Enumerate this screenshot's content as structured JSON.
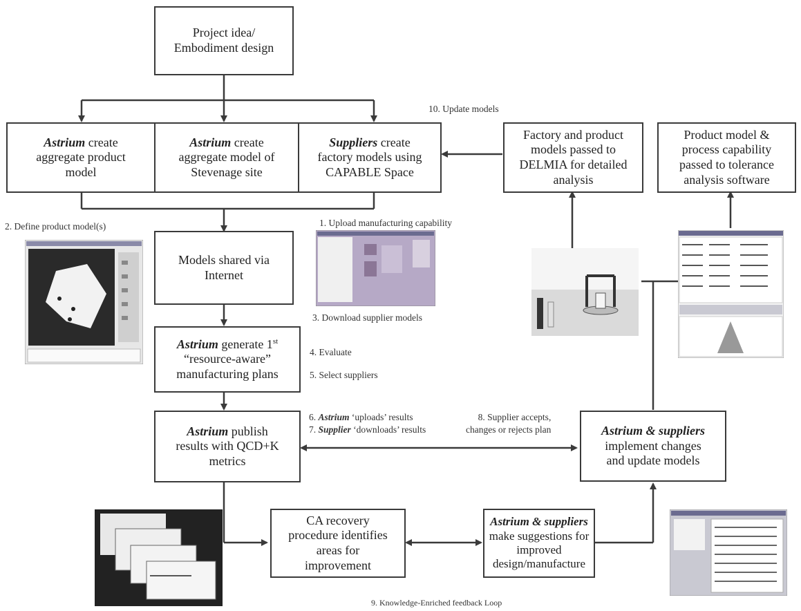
{
  "boxes": {
    "project": "Project idea/\nEmbodiment design",
    "astrium_product": {
      "em": "Astrium",
      "rest": " create\naggregate product\nmodel"
    },
    "astrium_site": {
      "em": "Astrium",
      "rest": " create\naggregate model of\nStevenage site"
    },
    "suppliers_factory": {
      "em": "Suppliers",
      "rest": " create\nfactory models using\nCAPABLE Space"
    },
    "factory_delmia": "Factory and product\nmodels passed to\nDELMIA for detailed\nanalysis",
    "product_tolerance": "Product model &\nprocess capability\npassed to tolerance\nanalysis software",
    "models_shared": "Models shared via\nInternet",
    "astrium_generate": {
      "em": "Astrium",
      "rest": " generate 1",
      "sup": "st",
      "rest2": "\n“resource-aware”\nmanufacturing plans"
    },
    "astrium_publish": {
      "em": "Astrium",
      "rest": " publish\nresults with QCD+K\nmetrics"
    },
    "implement_changes": {
      "em": "Astrium & suppliers",
      "rest": "\nimplement changes\nand update models"
    },
    "ca_recovery": "CA recovery\nprocedure identifies\nareas for\nimprovement",
    "make_suggestions": {
      "em": "Astrium & suppliers",
      "rest": "\nmake suggestions for\nimproved\ndesign/manufacture"
    }
  },
  "labels": {
    "update_models": "10. Update models",
    "define_product": "2. Define product model(s)",
    "upload_capability": "1. Upload manufacturing capability",
    "download_supplier": "3. Download supplier models",
    "evaluate": "4. Evaluate",
    "select_suppliers": "5. Select suppliers",
    "uploads_results": {
      "num": "6. ",
      "em": "Astrium",
      "rest": " ‘uploads’ results"
    },
    "downloads_results": {
      "num": "7. ",
      "em": "Supplier",
      "rest": " ‘downloads’ results"
    },
    "supplier_accepts": "8. Supplier accepts,\nchanges or rejects plan",
    "feedback_loop": "9. Knowledge-Enriched feedback Loop"
  },
  "colors": {
    "line": "#3a3a3a",
    "screen_gray": "#c9c9d2",
    "screen_purple": "#b6a9c6",
    "viewport_dark": "#2a2a2a"
  }
}
